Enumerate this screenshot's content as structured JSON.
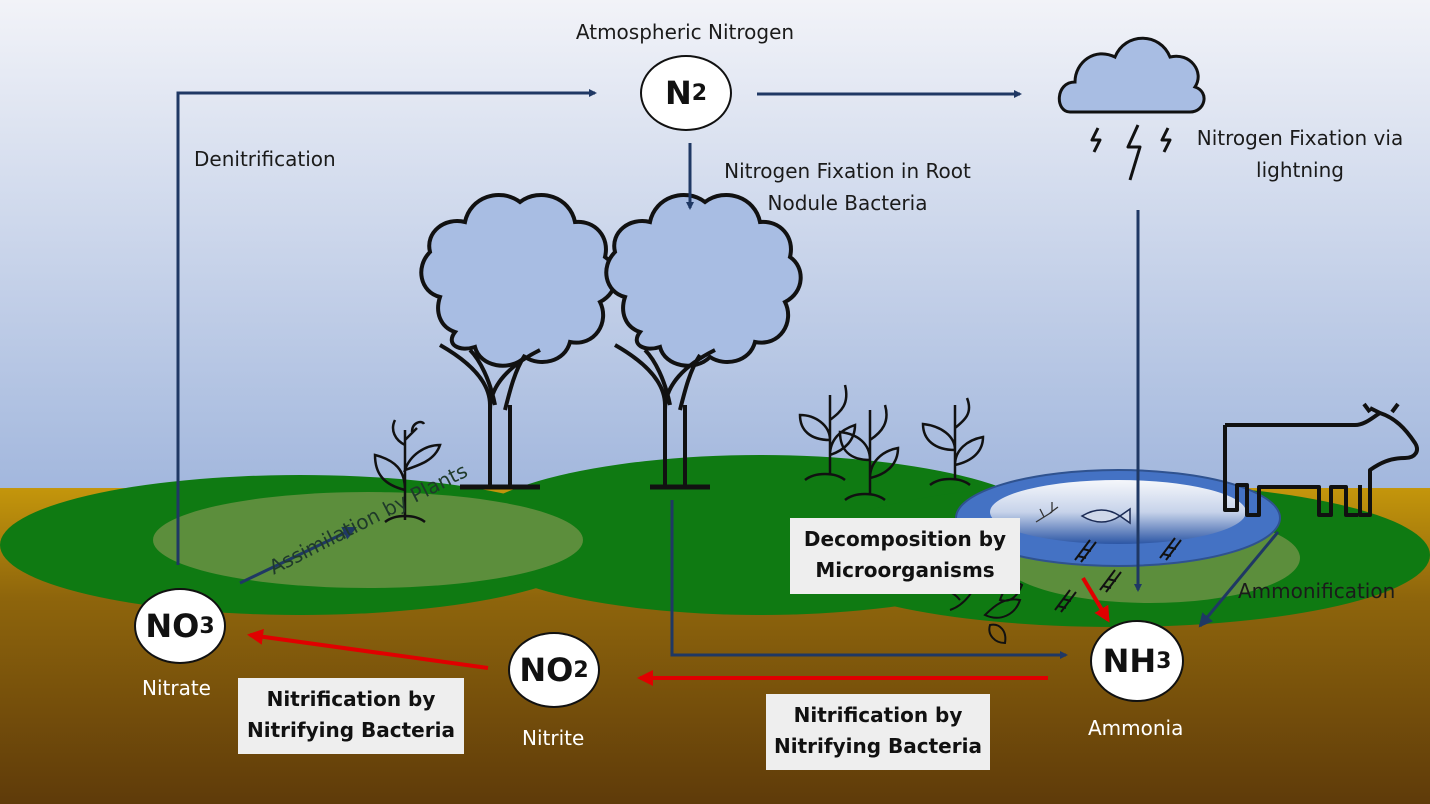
{
  "title": "Atmospheric Nitrogen",
  "nodes": {
    "n2": {
      "main": "N",
      "sub": "2"
    },
    "no3": {
      "main": "NO",
      "sub": "3",
      "caption": "Nitrate"
    },
    "no2": {
      "main": "NO",
      "sub": "2",
      "caption": "Nitrite"
    },
    "nh3": {
      "main": "NH",
      "sub": "3",
      "caption": "Ammonia"
    }
  },
  "labels": {
    "denitrification": "Denitrification",
    "fixation_root_line1": "Nitrogen Fixation in Root",
    "fixation_root_line2": "Nodule Bacteria",
    "fixation_lightning_line1": "Nitrogen Fixation via",
    "fixation_lightning_line2": "lightning",
    "assimilation": "Assimilation by Plants",
    "ammonification": "Ammonification",
    "decomposition_line1": "Decomposition by",
    "decomposition_line2": "Microorganisms",
    "nitrification_left_line1": "Nitrification by",
    "nitrification_left_line2": "Nitrifying Bacteria",
    "nitrification_right_line1": "Nitrification by",
    "nitrification_right_line2": "Nitrifying Bacteria"
  },
  "colors": {
    "sky_top": "#f2f3f8",
    "sky_bottom": "#9bb4dc",
    "soil_top": "#c4960c",
    "soil_bottom": "#5f3b0a",
    "grass": "#0f7a12",
    "flow_arrow": "#1f3864",
    "nitrification_arrow": "#e00000",
    "pond_ring": "#4472c4"
  },
  "icons": [
    "cloud-icon",
    "lightning-icon",
    "tree-icon",
    "seedling-icon",
    "cow-icon",
    "fish-icon",
    "dna-icon",
    "leaf-icon"
  ]
}
